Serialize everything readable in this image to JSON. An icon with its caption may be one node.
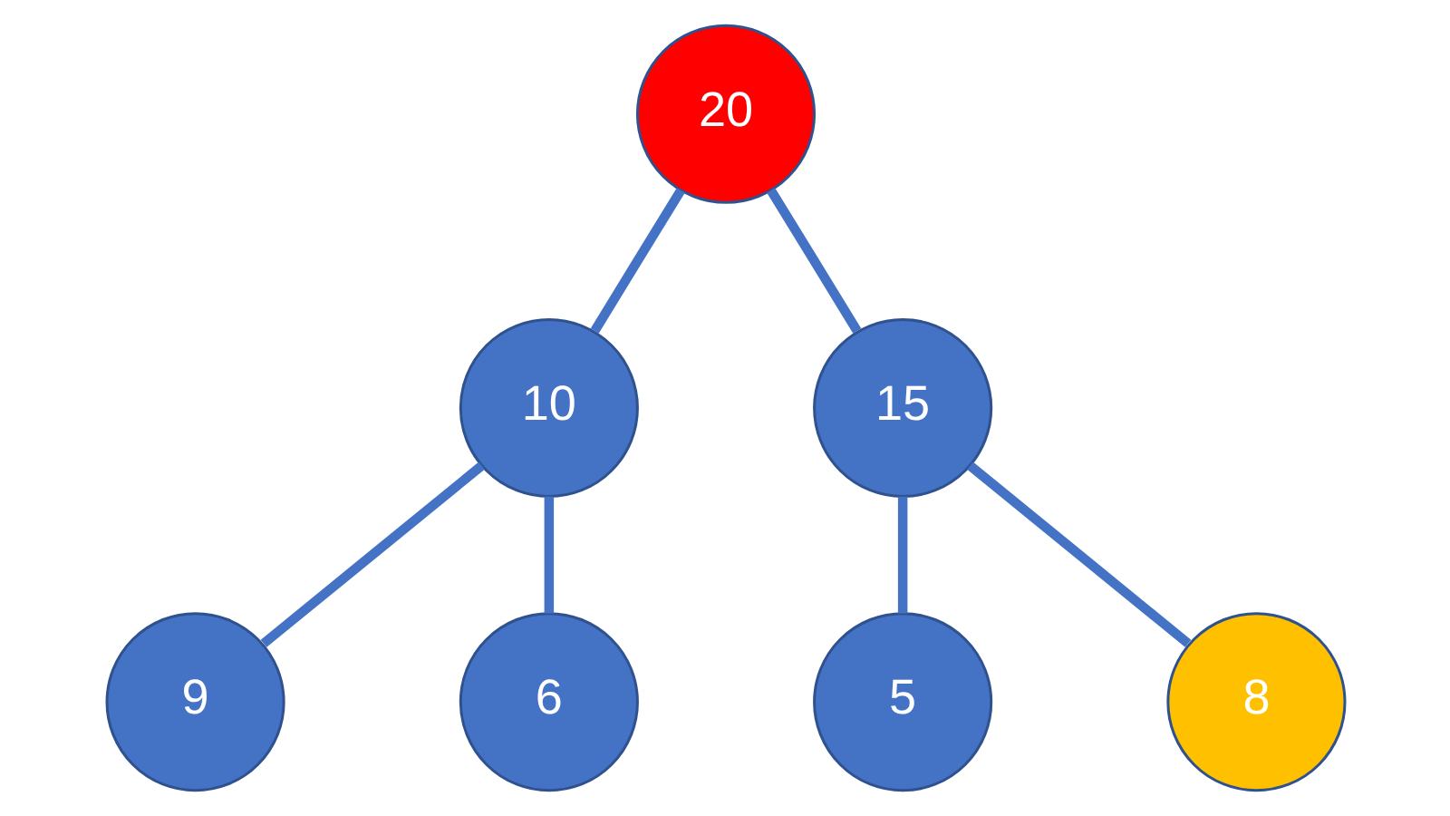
{
  "diagram": {
    "nodes": [
      {
        "text": [
          "20"
        ]
      },
      {
        "text": [
          "10"
        ]
      },
      {
        "text": [
          "15"
        ]
      },
      {
        "text": [
          "9"
        ]
      },
      {
        "text": [
          "6"
        ]
      },
      {
        "text": [
          "5"
        ]
      },
      {
        "text": [
          "8"
        ]
      }
    ],
    "edges": [
      {
        "from": 0,
        "to": 1,
        "arrow": "none"
      },
      {
        "from": 0,
        "to": 2,
        "arrow": "none"
      },
      {
        "from": 1,
        "to": 3,
        "arrow": "none"
      },
      {
        "from": 1,
        "to": 4,
        "arrow": "none"
      },
      {
        "from": 2,
        "to": 5,
        "arrow": "none"
      },
      {
        "from": 2,
        "to": 6,
        "arrow": "none"
      }
    ]
  }
}
